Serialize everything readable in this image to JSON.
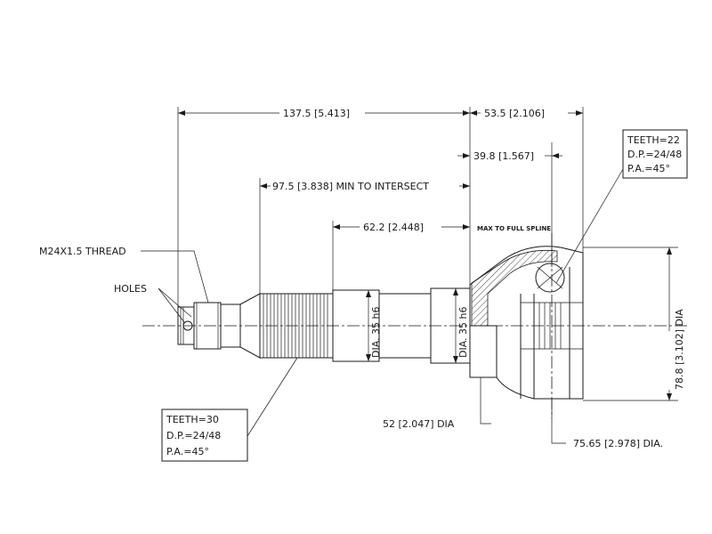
{
  "dimensions": {
    "overall_length": "137.5 [5.413]",
    "housing_length": "53.5 [2.106]",
    "spline_center_offset": "39.8 [1.567]",
    "min_to_intersect": "97.5 [3.838] MIN TO INTERSECT",
    "full_spline": "62.2 [2.448]",
    "max_to_full_spline": "MAX TO FULL SPLINE",
    "housing_dia": "78.8 [3.102] DIA",
    "seal_dia": "52 [2.047] DIA",
    "bell_dia": "75.65 [2.978] DIA.",
    "shaft_dia_1": "DIA. 35 h6",
    "shaft_dia_2": "DIA. 35 h6"
  },
  "callouts": {
    "thread": "M24X1.5 THREAD",
    "holes": "HOLES"
  },
  "inner_spline": {
    "teeth": "TEETH=22",
    "dp": "D.P.=24/48",
    "pa": "P.A.=45°"
  },
  "outer_spline": {
    "teeth": "TEETH=30",
    "dp": "D.P.=24/48",
    "pa": "P.A.=45°"
  }
}
